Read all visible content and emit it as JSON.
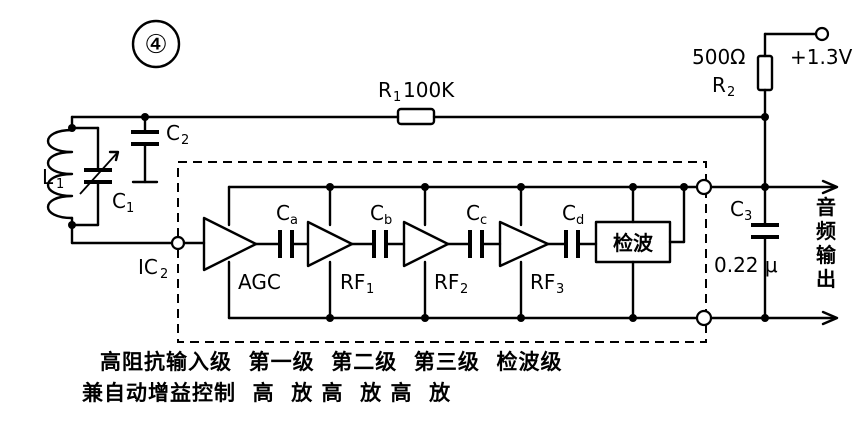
{
  "figure_number": "④",
  "labels": {
    "r1": "R",
    "r1_sub": "1",
    "r1_value": "100K",
    "r2_value": "500Ω",
    "r2": "R",
    "r2_sub": "2",
    "supply": "+1.3V",
    "l1": "L",
    "l1_sub": "1",
    "c1": "C",
    "c1_sub": "1",
    "c2": "C",
    "c2_sub": "2",
    "ic2": "IC",
    "ic2_sub": "2",
    "ca": "C",
    "ca_sub": "a",
    "cb": "C",
    "cb_sub": "b",
    "cc": "C",
    "cc_sub": "c",
    "cd": "C",
    "cd_sub": "d",
    "agc": "AGC",
    "rf1": "RF",
    "rf1_sub": "1",
    "rf2": "RF",
    "rf2_sub": "2",
    "rf3": "RF",
    "rf3_sub": "3",
    "detector": "检波",
    "c3": "C",
    "c3_sub": "3",
    "c3_value": "0.22 μ",
    "audio_out": [
      "音",
      "频",
      "输",
      "出"
    ]
  },
  "captions": {
    "line1": "高阻抗输入级  第一级  第二级  第三级  检波级",
    "line2": "兼自动增益控制  高  放 高  放 高  放"
  }
}
